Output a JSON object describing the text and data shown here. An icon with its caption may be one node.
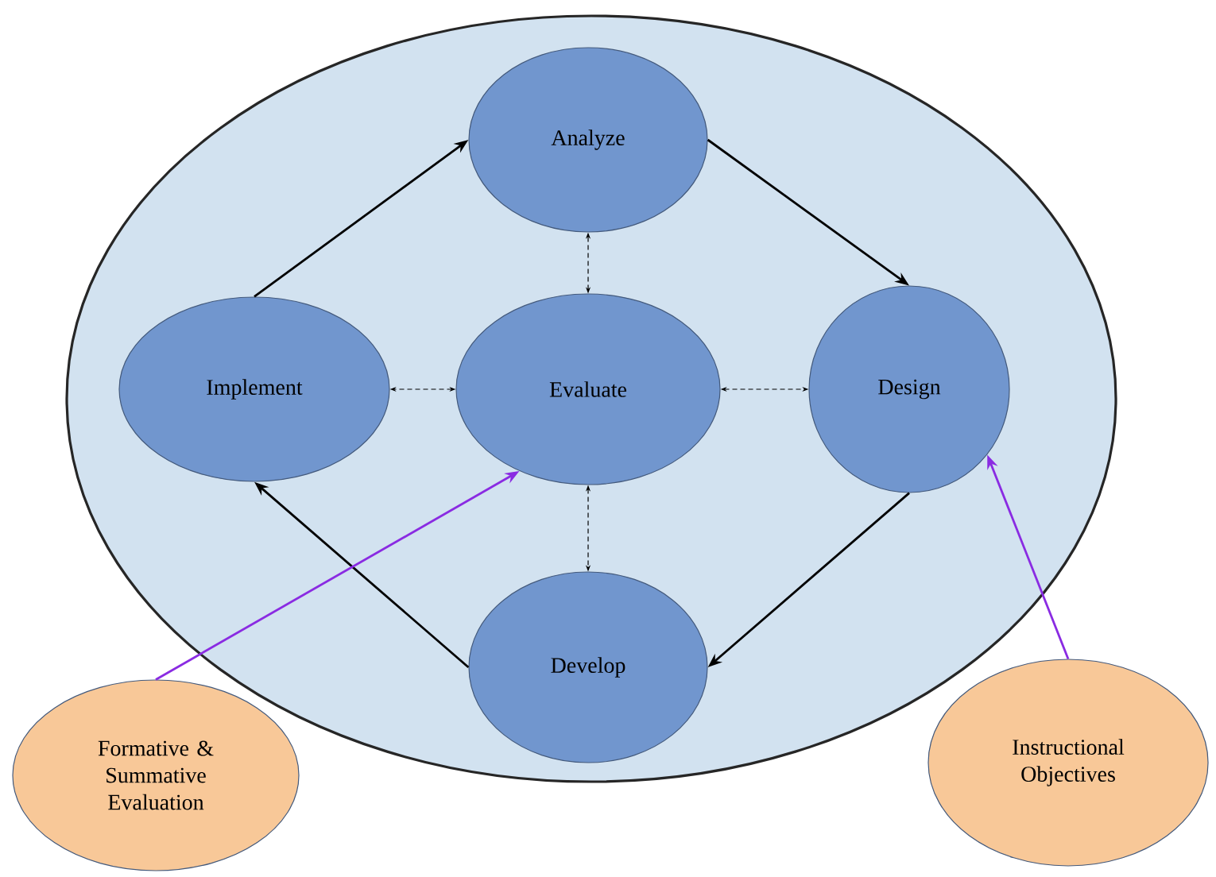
{
  "diagram": {
    "nodes": [
      {
        "text": [],
        "shape": "circle"
      },
      {
        "text": [
          "Analyze"
        ],
        "in": 0
      },
      {
        "text": [
          "Implement"
        ],
        "in": 0
      },
      {
        "text": [
          "Evaluate"
        ],
        "in": 0
      },
      {
        "text": [
          "Design"
        ],
        "in": 0
      },
      {
        "text": [
          "Develop"
        ],
        "in": 0
      },
      {
        "text": [
          "Formative & Summative Evaluation"
        ]
      },
      {
        "text": [
          "Instructional Objectives"
        ]
      }
    ],
    "edges": [
      {
        "from": 2,
        "to": 1,
        "arrow": "to"
      },
      {
        "from": 1,
        "to": 4,
        "arrow": "to"
      },
      {
        "from": 4,
        "to": 5,
        "arrow": "to"
      },
      {
        "from": 5,
        "to": 2,
        "arrow": "to"
      },
      {
        "from": 3,
        "to": 1,
        "arrow": "both",
        "style": "dashed"
      },
      {
        "from": 3,
        "to": 2,
        "arrow": "both",
        "style": "dashed"
      },
      {
        "from": 3,
        "to": 4,
        "arrow": "both",
        "style": "dashed"
      },
      {
        "from": 3,
        "to": 5,
        "arrow": "both",
        "style": "dashed"
      },
      {
        "from": 6,
        "to": 3,
        "arrow": "to",
        "color": "#8a2be2"
      },
      {
        "from": 7,
        "to": 4,
        "arrow": "to",
        "color": "#8a2be2"
      }
    ]
  }
}
